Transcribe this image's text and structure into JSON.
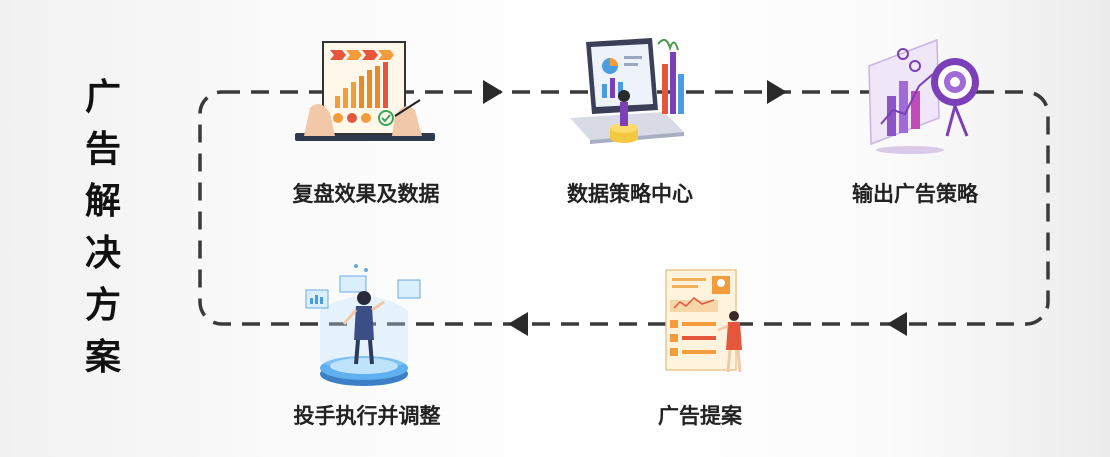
{
  "title_chars": [
    "广",
    "告",
    "解",
    "决",
    "方",
    "案"
  ],
  "steps": {
    "s1": "复盘效果及数据",
    "s2": "数据策略中心",
    "s3": "输出广告策略",
    "s4": "广告提案",
    "s5": "投手执行并调整"
  },
  "colors": {
    "loop": "#3a3a3a",
    "orange": "#f39c3c",
    "purple": "#7b3fb8",
    "blue": "#4a9ee0"
  },
  "icons": [
    "report-review-icon",
    "laptop-data-icon",
    "target-strategy-icon",
    "proposal-board-icon",
    "hologram-operator-icon"
  ]
}
